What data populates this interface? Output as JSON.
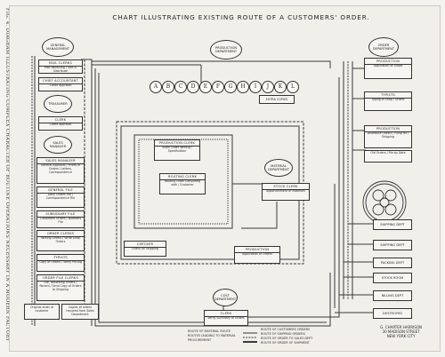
{
  "side_caption": "FIG. 4. DIAGRAM ILLUSTRATING COMPLEX CHARACTER OF ROUTINE OPERATIONS NECESSARY IN A MODERN FACTORY",
  "title": "CHART ILLUSTRATING EXISTING ROUTE OF A CUSTOMERS' ORDER.",
  "ovals": {
    "general_management": "GENERAL MANAGEMENT",
    "treasurer": "TREASURER",
    "sales_manager": "SALES MANAGER",
    "production_department": "PRODUCTION DEPARTMENT",
    "order_department": "ORDER DEPARTMENT",
    "material_department": "MATERIAL DEPARTMENT",
    "cost_department": "COST DEPARTMENT"
  },
  "left_boxes": [
    {
      "title": "MAIL CLERKS",
      "text": "Mail Receiving / Sort & Distribute"
    },
    {
      "title": "CHIEF ACCOUNTANT",
      "text": "Credit Approval"
    },
    {
      "title": "CLERK",
      "text": "Credit Approval"
    },
    {
      "title": "SALES MANAGER",
      "text": "General Approval / Prices of Orders / Letters, Correspondence"
    },
    {
      "title": "GENERAL FILE",
      "text": "Daily Orders File / Correspondence File"
    },
    {
      "title": "SUBSIDIARY FILE",
      "text": "Customers Orders / Numbers File"
    },
    {
      "title": "ORDER CLERKS",
      "text": "Writing Orders / Write Shop Orders"
    },
    {
      "title": "TYPISTS",
      "text": "Copy of Orders / Verify Pricing"
    },
    {
      "title": "ORDER FILE CLERKS",
      "text": "File, Recording Orders / Record / Send Copy of Orders to Shipping"
    }
  ],
  "bottom_left_notes": [
    "Original order of customer",
    "Copies of orders required from Sales Department"
  ],
  "letters": [
    "A",
    "B",
    "C",
    "D",
    "E",
    "F",
    "G",
    "H",
    "I",
    "J",
    "K",
    "L"
  ],
  "extra_copies": "EXTRA COPIES",
  "center_boxes": [
    {
      "title": "PRODUCTION CLERK",
      "text": "Stock Order Writing / Specification"
    },
    {
      "title": "ROUTING CLERK",
      "text": "Routing Order Consulting with / Customer"
    },
    {
      "title": "STOCK CLERK",
      "text": "Apportionment of Materials"
    },
    {
      "title": "CHECKER",
      "text": "Check on Shipping"
    },
    {
      "title": "PRODUCTION",
      "text": "Application of Orders"
    },
    {
      "title": "CLERK",
      "text": "Verify Summary of Orders"
    }
  ],
  "right_boxes": [
    {
      "title": "PRODUCTION",
      "text": "Application of Shops"
    },
    {
      "title": "TYPISTS",
      "text": "Typing of Shop / Orders"
    },
    {
      "title": "PRODUCTION",
      "text": "Distribute Orders / Filing for / Shipping"
    },
    {
      "title": "",
      "text": "Old Orders / File by Date"
    }
  ],
  "departments": [
    "SHIPPING DEPT",
    "SHIPPING DEPT",
    "PACKING DEPT",
    "STOCK ROOM",
    "BILLING DEPT",
    "DESTROYED"
  ],
  "legend": [
    "ROUTE OF MATERIAL ROUTE",
    "ROUTES LEADING TO MATERIAL PROCUREMENT",
    "ROUTE OF CUSTOMERS ORDERS",
    "ROUTE OF SHIPPING ORDERS",
    "ROUTE OF ORDER TO SALES DEPT",
    "ROUTE OF ORDER OF SHIPMENT"
  ],
  "credit": [
    "G. CHARTER HARRISON",
    "30 MADISON STREET",
    "NEW YORK CITY"
  ]
}
